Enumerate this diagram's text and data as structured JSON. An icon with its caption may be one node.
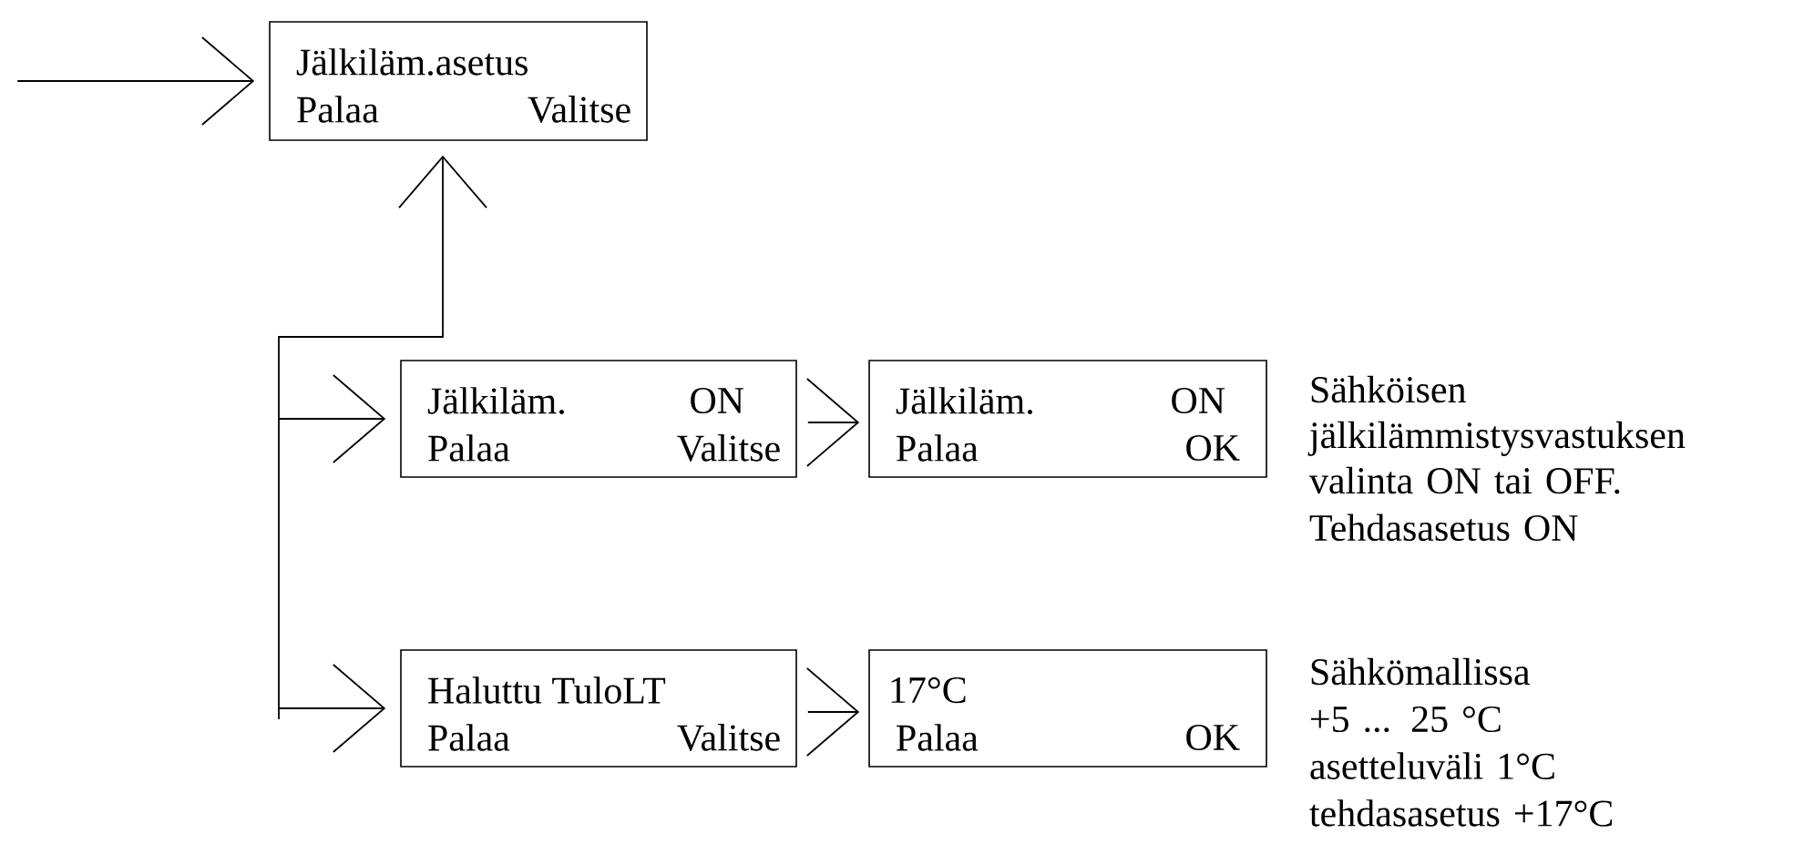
{
  "diagram": {
    "nodes": [
      {
        "text": [
          "Jälkiläm.asetus",
          "Palaa",
          "Valitse"
        ]
      },
      {
        "text": [
          "Jälkiläm.",
          "ON",
          "Palaa",
          "Valitse"
        ]
      },
      {
        "text": [
          "Jälkiläm.",
          "ON",
          "Palaa",
          "OK"
        ],
        "beside": [
          "Sähköisen jälkilämmistysvastuksen valinta ON tai OFF.",
          "Tehdasasetus ON"
        ]
      },
      {
        "text": [
          "Haluttu TuloLT",
          "Palaa",
          "Valitse"
        ]
      },
      {
        "text": [
          "17°C",
          "Palaa",
          "OK"
        ],
        "beside": [
          "Sähkömallissa",
          "+5 ... 25 °C",
          "asetteluväli 1°C",
          "tehdasasetus +17°C"
        ]
      }
    ],
    "edges": [
      {
        "from": null,
        "to": 0,
        "arrow": "to"
      },
      {
        "from": null,
        "to": 0,
        "arrow": "to"
      },
      {
        "from": null,
        "to": 1,
        "arrow": "to"
      },
      {
        "from": null,
        "to": 3,
        "arrow": "to"
      },
      {
        "from": 1,
        "to": 2,
        "arrow": "to"
      },
      {
        "from": 3,
        "to": 4,
        "arrow": "to"
      }
    ]
  }
}
